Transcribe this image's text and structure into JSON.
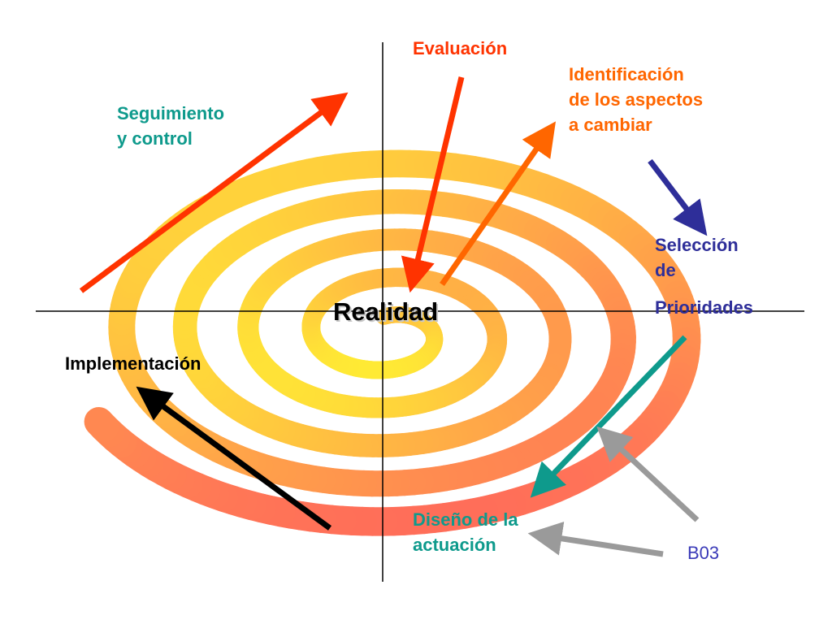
{
  "diagram": {
    "center": "Realidad",
    "labels": {
      "evaluacion": "Evaluación",
      "identificacion": [
        "Identificación",
        "de los aspectos",
        "a cambiar"
      ],
      "seleccion": [
        "Selección",
        "de",
        "Prioridades"
      ],
      "diseno": [
        "Diseño de la",
        "actuación"
      ],
      "implementacion": "Implementación",
      "seguimiento": [
        "Seguimiento",
        "y control"
      ],
      "b03": "B03"
    },
    "colors": {
      "evaluacion": "#ff3300",
      "identificacion": "#ff6600",
      "seleccion": "#2e2e99",
      "diseno": "#0e9a8c",
      "implementacion": "#000000",
      "seguimiento": "#0e9a8c",
      "b03_arrows": "#9a9a9a",
      "spiral_inner": "#ffee33",
      "spiral_outer": "#ff6a5a"
    }
  }
}
